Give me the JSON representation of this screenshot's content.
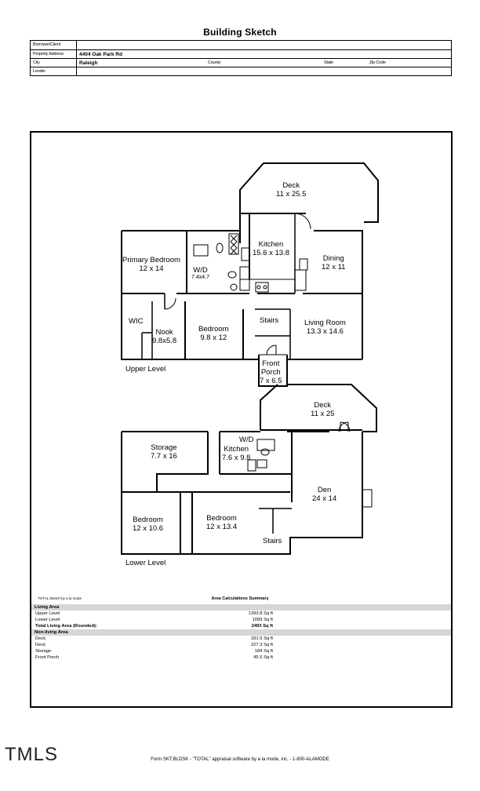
{
  "title": "Building Sketch",
  "header": {
    "borrower_label": "Borrower/Client",
    "property_label": "Property Address",
    "property_value": "4404 Oak Park Rd",
    "city_label": "City",
    "city_value": "Raleigh",
    "county_label": "County",
    "state_label": "State",
    "zip_label": "Zip Code",
    "lender_label": "Lender"
  },
  "rooms": {
    "deck_upper": {
      "name": "Deck",
      "dim": "11 x 25.5"
    },
    "kitchen_upper": {
      "name": "Kitchen",
      "dim": "15.6 x 13.8"
    },
    "primary_bedroom": {
      "name": "Primary Bedroom",
      "dim": "12 x 14"
    },
    "wd_upper": {
      "name": "W/D",
      "dim": "7.4x4.7"
    },
    "dining": {
      "name": "Dining",
      "dim": "12 x 11"
    },
    "wic": {
      "name": "WIC"
    },
    "nook": {
      "name": "Nook",
      "dim": "9.8x5.8"
    },
    "bedroom_upper": {
      "name": "Bedroom",
      "dim": "9.8 x 12"
    },
    "stairs_upper": {
      "name": "Stairs"
    },
    "living_room": {
      "name": "Living Room",
      "dim": "13.3 x 14.6"
    },
    "front_porch": {
      "name1": "Front",
      "name2": "Porch",
      "dim": "7 x 6.5"
    },
    "deck_lower": {
      "name": "Deck",
      "dim": "11 x 25"
    },
    "storage": {
      "name": "Storage",
      "dim": "7.7 x 16"
    },
    "wd_lower": {
      "name": "W/D"
    },
    "kitchen_lower": {
      "name": "Kitchen",
      "dim": "7.6 x 9.8"
    },
    "den": {
      "name": "Den",
      "dim": "24 x 14"
    },
    "bedroom_lower_left": {
      "name": "Bedroom",
      "dim": "12 x 10.6"
    },
    "bedroom_lower_mid": {
      "name": "Bedroom",
      "dim": "12 x 13.4"
    },
    "stairs_lower": {
      "name": "Stairs"
    }
  },
  "levels": {
    "upper": "Upper Level",
    "lower": "Lower Level"
  },
  "area_summary": {
    "credit": "TOTAL Sketch by a la mode",
    "title": "Area Calculations Summary",
    "living_header": "Living Area",
    "living": [
      {
        "label": "Upper Level",
        "value": "1393.8 Sq ft"
      },
      {
        "label": "Lower Level",
        "value": "1099 Sq ft"
      }
    ],
    "total_label": "Total Living Area (Rounded):",
    "total_value": "2493 Sq ft",
    "nonliving_header": "Non-living Area",
    "nonliving": [
      {
        "label": "Deck",
        "value": "331.5 Sq ft"
      },
      {
        "label": "Deck",
        "value": "227.3 Sq ft"
      },
      {
        "label": "Storage",
        "value": "184 Sq ft"
      },
      {
        "label": "Front Porch",
        "value": "45.5 Sq ft"
      }
    ]
  },
  "logo": "TMLS",
  "footer": "Form SKT.BLDSK - \"TOTAL\" appraisal software by a la mode, inc. - 1-800-ALAMODE"
}
